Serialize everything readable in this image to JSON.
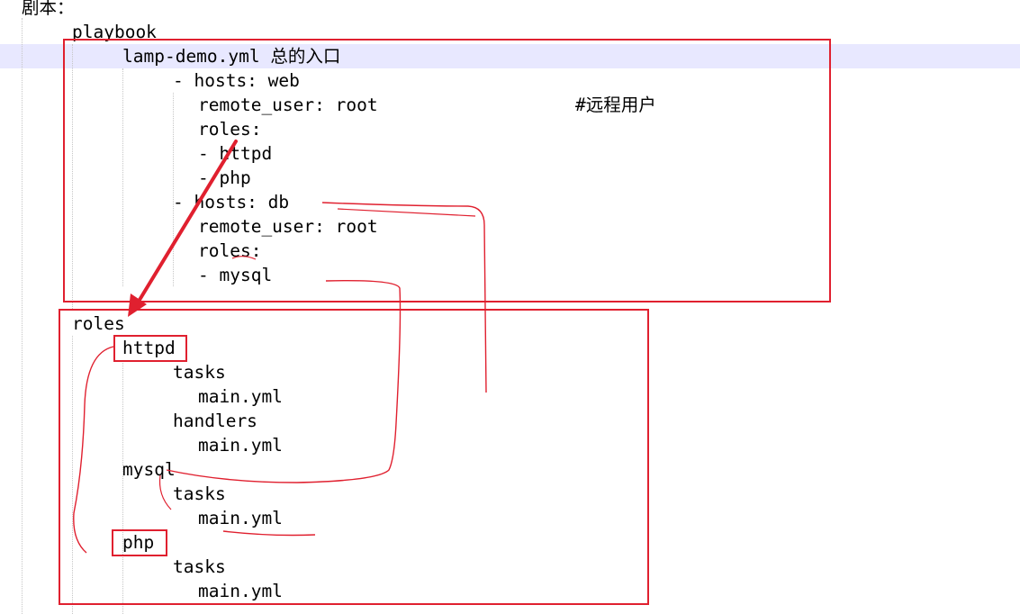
{
  "lines": [
    {
      "text": "剧本：",
      "indent": 0
    },
    {
      "text": "playbook",
      "indent": 1
    },
    {
      "text": "lamp-demo.yml 总的入口",
      "indent": 2
    },
    {
      "text": "- hosts: web",
      "indent": 3
    },
    {
      "text": "remote_user: root",
      "indent": 4,
      "comment": "#远程用户"
    },
    {
      "text": "roles:",
      "indent": 4
    },
    {
      "text": "- httpd",
      "indent": 5
    },
    {
      "text": "- php",
      "indent": 5
    },
    {
      "text": "- hosts: db",
      "indent": 3
    },
    {
      "text": "remote_user: root",
      "indent": 4
    },
    {
      "text": "roles:",
      "indent": 4
    },
    {
      "text": "- mysql",
      "indent": 5
    },
    {
      "text": "",
      "indent": 0
    },
    {
      "text": "roles",
      "indent": 1
    },
    {
      "text": "httpd",
      "indent": 2
    },
    {
      "text": "tasks",
      "indent": 3
    },
    {
      "text": "main.yml",
      "indent": 5
    },
    {
      "text": "handlers",
      "indent": 3
    },
    {
      "text": "main.yml",
      "indent": 5
    },
    {
      "text": "mysql",
      "indent": 2
    },
    {
      "text": "tasks",
      "indent": 3
    },
    {
      "text": "main.yml",
      "indent": 5
    },
    {
      "text": "php",
      "indent": 2
    },
    {
      "text": "tasks",
      "indent": 3
    },
    {
      "text": "main.yml",
      "indent": 5
    }
  ],
  "colors": {
    "annotation": "#e0202f",
    "current_line": "#e8e8ff",
    "text": "#000000"
  }
}
